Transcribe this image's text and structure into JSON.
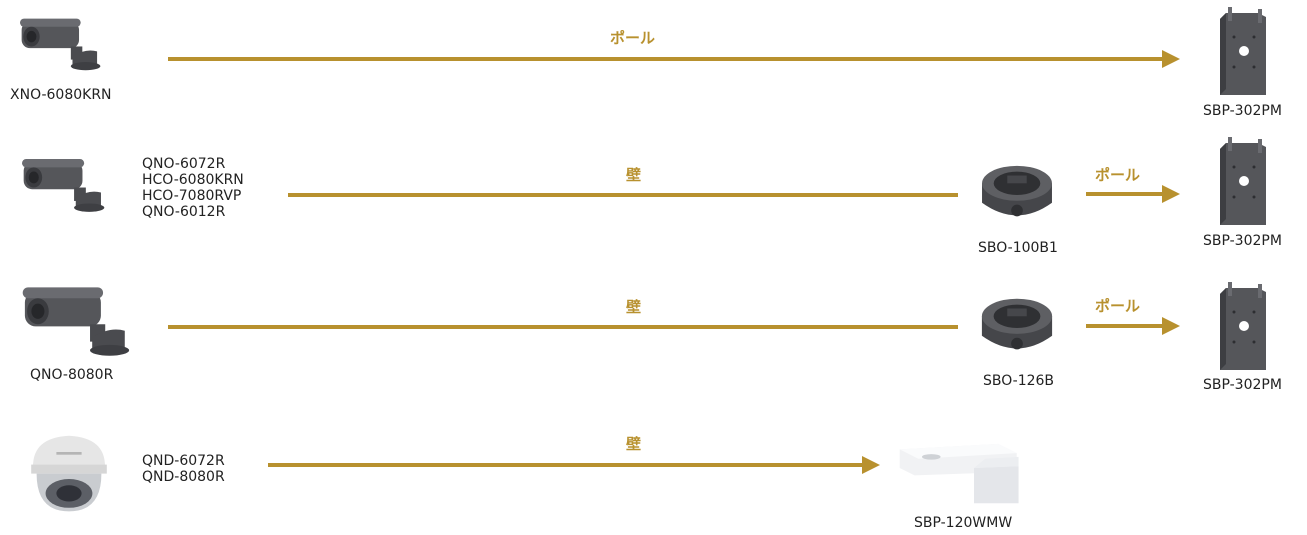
{
  "colors": {
    "arrow": "#b8912e",
    "product_gray": "#4a4a4d",
    "dome_white": "#e9e9e9"
  },
  "rows": [
    {
      "camera": {
        "name": "XNO-6080KRN",
        "icon": "bullet-camera-icon"
      },
      "connector": "ポール",
      "target": {
        "name": "SBP-302PM",
        "icon": "pole-mount-icon"
      }
    },
    {
      "camera": {
        "icon": "bullet-camera-icon"
      },
      "models": [
        "QNO-6072R",
        "HCO-6080KRN",
        "HCO-7080RVP",
        "QNO-6012R"
      ],
      "connector": "壁",
      "adapter": {
        "name": "SBO-100B1",
        "icon": "junction-box-icon"
      },
      "connector2": "ポール",
      "target": {
        "name": "SBP-302PM",
        "icon": "pole-mount-icon"
      }
    },
    {
      "camera": {
        "name": "QNO-8080R",
        "icon": "bullet-camera-icon"
      },
      "connector": "壁",
      "adapter": {
        "name": "SBO-126B",
        "icon": "junction-box-icon"
      },
      "connector2": "ポール",
      "target": {
        "name": "SBP-302PM",
        "icon": "pole-mount-icon"
      }
    },
    {
      "camera": {
        "icon": "dome-camera-icon"
      },
      "models": [
        "QND-6072R",
        "QND-8080R"
      ],
      "connector": "壁",
      "target": {
        "name": "SBP-120WMW",
        "icon": "wall-mount-icon"
      }
    }
  ]
}
